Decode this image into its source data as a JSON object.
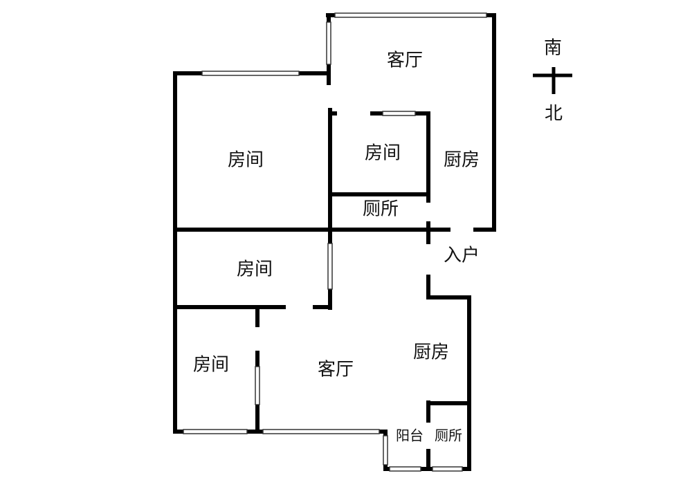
{
  "plan": {
    "rooms": [
      {
        "label": "客厅"
      },
      {
        "label": "房间"
      },
      {
        "label": "房间"
      },
      {
        "label": "厨房"
      },
      {
        "label": "厕所"
      },
      {
        "label": "入户"
      },
      {
        "label": "房间"
      },
      {
        "label": "房间"
      },
      {
        "label": "客厅"
      },
      {
        "label": "厨房"
      },
      {
        "label": "阳台"
      },
      {
        "label": "厕所"
      }
    ]
  },
  "compass": {
    "south": "南",
    "north": "北"
  }
}
